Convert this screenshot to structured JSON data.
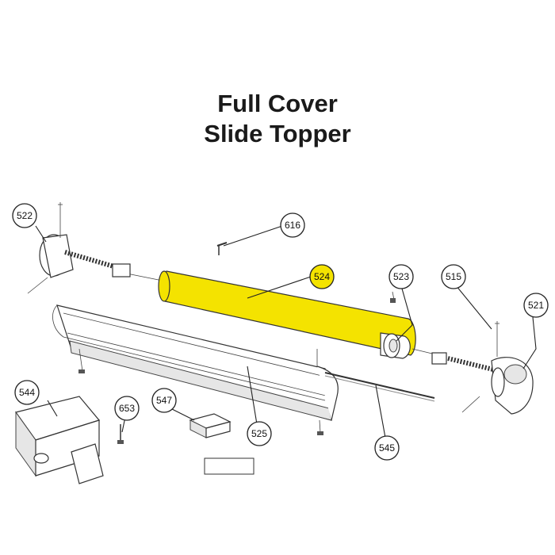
{
  "title": {
    "line1": "Full Cover",
    "line2": "Slide Topper"
  },
  "highlight_color": "#f4e300",
  "callouts": {
    "c522": "522",
    "c616": "616",
    "c524": "524",
    "c523": "523",
    "c515": "515",
    "c521": "521",
    "c544": "544",
    "c653": "653",
    "c547": "547",
    "c525": "525",
    "c545": "545"
  }
}
